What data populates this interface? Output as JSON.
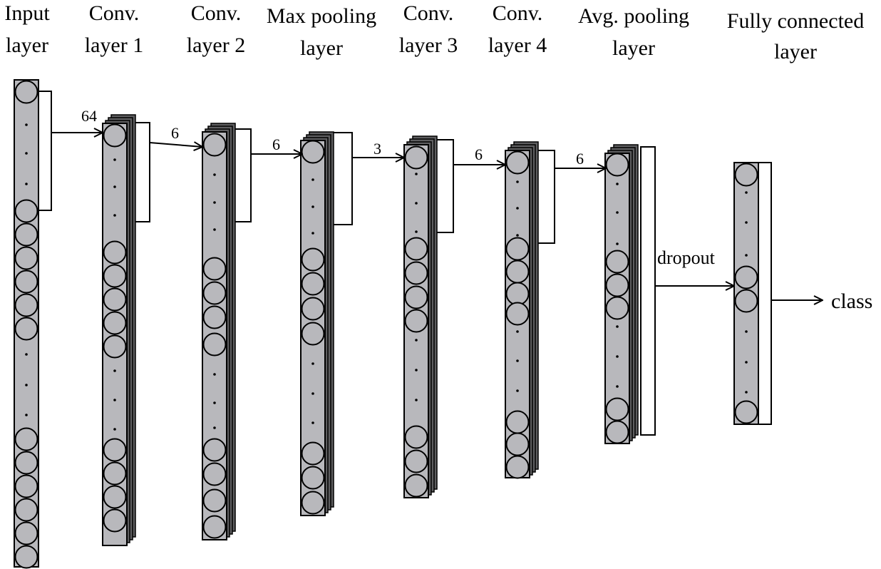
{
  "colors": {
    "node_fill": "#b8b8bc",
    "back_sheet_fill": "#5e5e60",
    "stroke": "#000000",
    "background": "#ffffff"
  },
  "layers": [
    {
      "id": "input",
      "title": [
        "Input",
        "layer"
      ]
    },
    {
      "id": "conv1",
      "title": [
        "Conv.",
        "layer 1"
      ]
    },
    {
      "id": "conv2",
      "title": [
        "Conv.",
        "layer 2"
      ]
    },
    {
      "id": "maxpool",
      "title": [
        "Max pooling",
        "layer"
      ]
    },
    {
      "id": "conv3",
      "title": [
        "Conv.",
        "layer 3"
      ]
    },
    {
      "id": "conv4",
      "title": [
        "Conv.",
        "layer 4"
      ]
    },
    {
      "id": "avgpool",
      "title": [
        "Avg. pooling",
        "layer"
      ]
    },
    {
      "id": "fc",
      "title": [
        "Fully connected",
        "layer"
      ]
    }
  ],
  "connections": [
    {
      "from": "input",
      "to": "conv1",
      "label": "64"
    },
    {
      "from": "conv1",
      "to": "conv2",
      "label": "6"
    },
    {
      "from": "conv2",
      "to": "maxpool",
      "label": "6"
    },
    {
      "from": "maxpool",
      "to": "conv3",
      "label": "3"
    },
    {
      "from": "conv3",
      "to": "conv4",
      "label": "6"
    },
    {
      "from": "conv4",
      "to": "avgpool",
      "label": "6"
    },
    {
      "from": "avgpool",
      "to": "fc",
      "label": "dropout"
    }
  ],
  "output": {
    "label": "class"
  }
}
